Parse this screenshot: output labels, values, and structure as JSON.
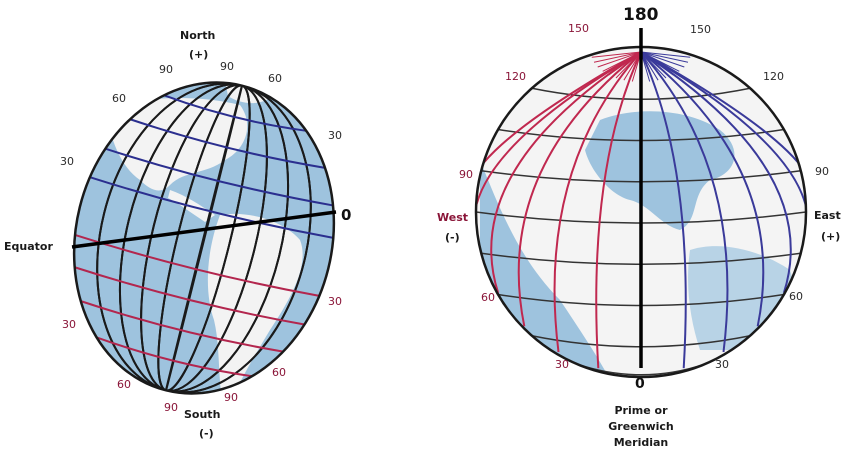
{
  "left_globe": {
    "north": "North",
    "north_sign": "(+)",
    "south": "South",
    "south_sign": "(-)",
    "equator": "Equator",
    "zero": "0",
    "north_labels": [
      "90",
      "90",
      "60",
      "60",
      "30",
      "30"
    ],
    "south_labels": [
      "30",
      "30",
      "60",
      "60",
      "90",
      "90"
    ]
  },
  "right_globe": {
    "top": "180",
    "bottom": "0",
    "west": "West",
    "west_sign": "(-)",
    "east": "East",
    "east_sign": "(+)",
    "west_labels": [
      "150",
      "120",
      "90",
      "60",
      "30"
    ],
    "east_labels": [
      "150",
      "120",
      "90",
      "60",
      "30"
    ],
    "meridian_caption": [
      "Prime or",
      "Greenwich",
      "Meridian"
    ]
  },
  "colors": {
    "ocean": "#9ec3de",
    "land": "#f3f3f3",
    "north_lines": "#2b2f8f",
    "south_lines": "#b3264e",
    "equator": "#000000",
    "meridians": "#1a1a1a",
    "east_meridians": "#3a3a9a",
    "west_meridians": "#c0284f"
  },
  "icons": [
    "left-globe-icon",
    "right-globe-icon"
  ]
}
